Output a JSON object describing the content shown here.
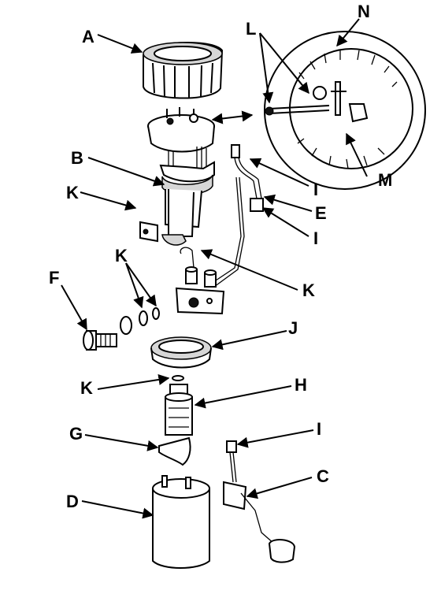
{
  "colors": {
    "ink": "#000000",
    "paper": "#ffffff",
    "shade": "#d6d6d6"
  },
  "callouts": {
    "A": "A",
    "B": "B",
    "C": "C",
    "D": "D",
    "E": "E",
    "F": "F",
    "G": "G",
    "H": "H",
    "I1": "I",
    "I2": "I",
    "I3": "I",
    "J": "J",
    "K1": "K",
    "K2": "K",
    "K3": "K",
    "K4": "K",
    "L": "L",
    "M": "M",
    "N": "N"
  }
}
